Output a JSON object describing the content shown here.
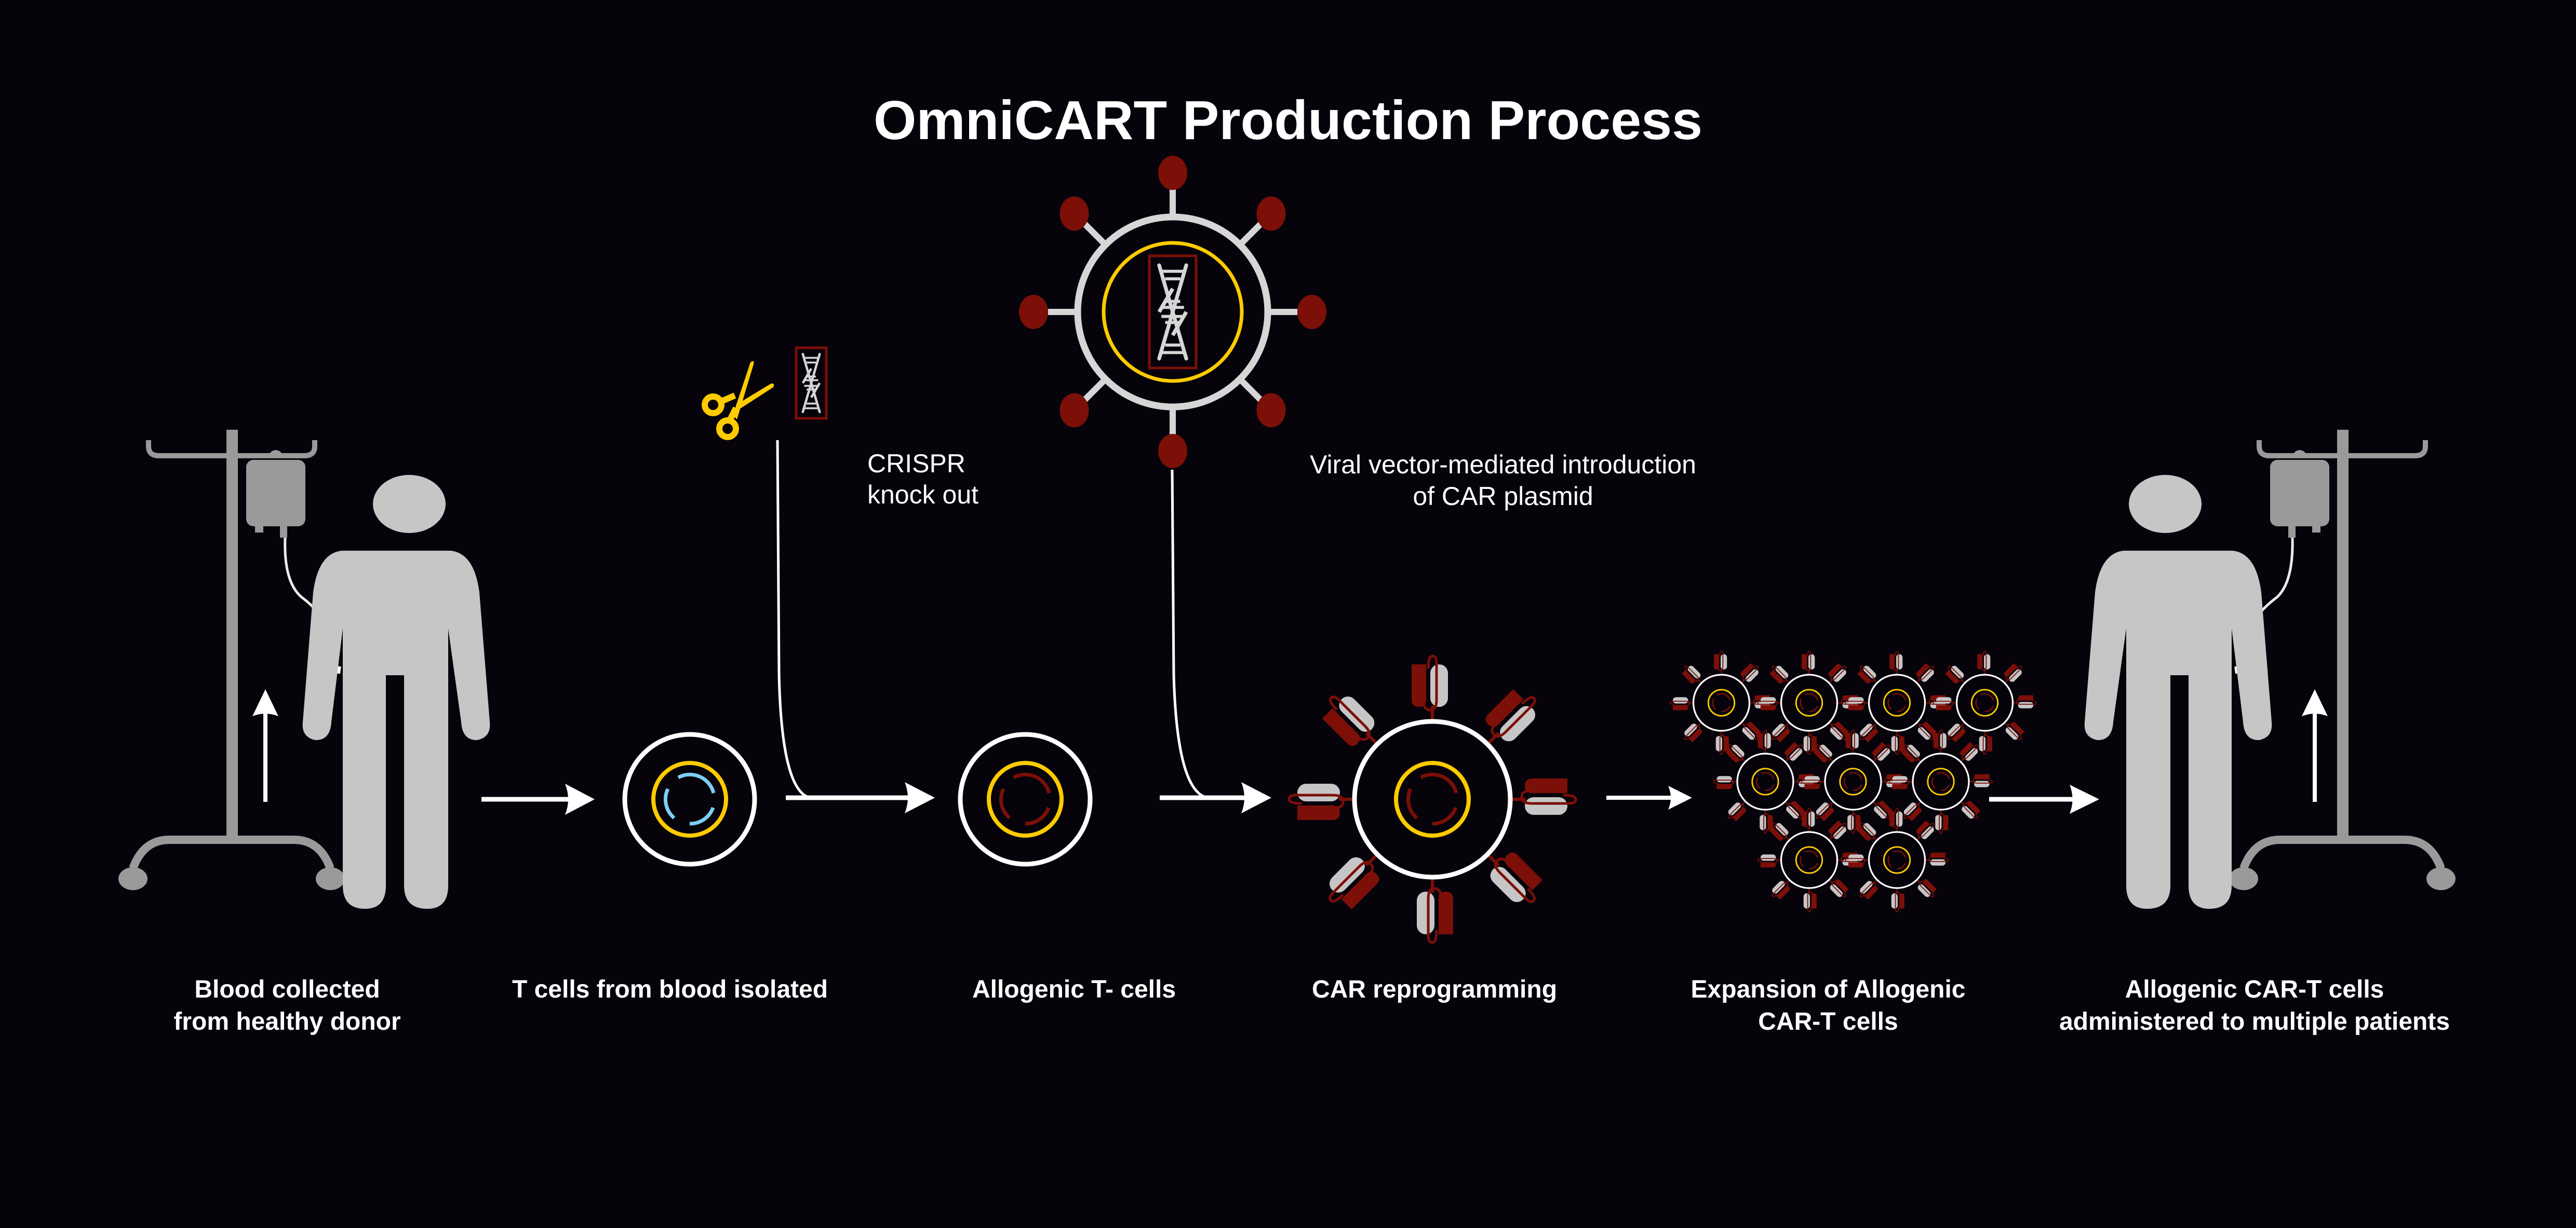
{
  "title": "OmniCART Production Process",
  "colors": {
    "background": "#06030b",
    "white": "#ffffff",
    "person_gray": "#c6c6c6",
    "pole_gray": "#9a9a9a",
    "accent_yellow": "#fecb00",
    "accent_darkred": "#7c0f08",
    "accent_lightblue": "#7ccff3",
    "dna_gray": "#d6d6d6"
  },
  "annotations": {
    "crispr": [
      "CRISPR",
      "knock out"
    ],
    "viral": [
      "Viral vector-mediated introduction",
      "of CAR plasmid"
    ]
  },
  "steps": [
    {
      "id": "donor",
      "label": [
        "Blood collected",
        "from healthy donor"
      ],
      "icon": "donor-with-iv-icon"
    },
    {
      "id": "isolated",
      "label": [
        "T cells from blood isolated"
      ],
      "icon": "t-cell-icon"
    },
    {
      "id": "allogenic",
      "label": [
        "Allogenic T- cells"
      ],
      "icon": "edited-t-cell-icon"
    },
    {
      "id": "car",
      "label": [
        "CAR reprogramming"
      ],
      "icon": "car-t-cell-icon"
    },
    {
      "id": "expansion",
      "label": [
        "Expansion of Allogenic",
        "CAR-T cells"
      ],
      "icon": "car-t-cell-cluster-icon"
    },
    {
      "id": "patients",
      "label": [
        "Allogenic CAR-T cells",
        "administered to multiple patients"
      ],
      "icon": "patient-with-iv-icon"
    }
  ],
  "expansion_cell_rows": [
    4,
    3,
    2
  ],
  "virus_spike_count": 8,
  "car_receptor_count": 8
}
